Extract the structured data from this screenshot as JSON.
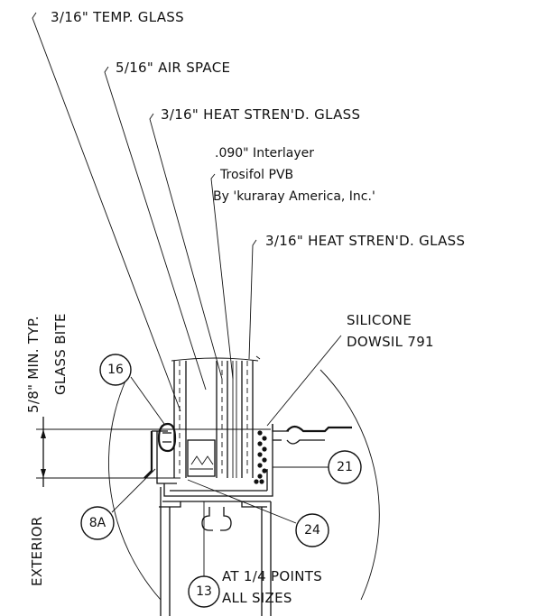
{
  "labels": {
    "temp_glass": "3/16\" TEMP. GLASS",
    "air_space": "5/16\" AIR SPACE",
    "heat_glass_1": "3/16\" HEAT STREN'D. GLASS",
    "interlayer_1": ".090\" Interlayer",
    "interlayer_2": "Trosifol PVB",
    "interlayer_3": "By 'kuraray America, Inc.'",
    "heat_glass_2": "3/16\" HEAT STREN'D. GLASS",
    "silicone_1": "SILICONE",
    "silicone_2": "DOWSIL 791",
    "min_typ": "5/8\" MIN. TYP.",
    "glass_bite": "GLASS BITE",
    "exterior": "EXTERIOR",
    "points_1": "AT 1/4 POINTS",
    "points_2": "ALL SIZES"
  },
  "bubbles": {
    "b16": "16",
    "b8a": "8A",
    "b21": "21",
    "b24": "24",
    "b13": "13"
  }
}
